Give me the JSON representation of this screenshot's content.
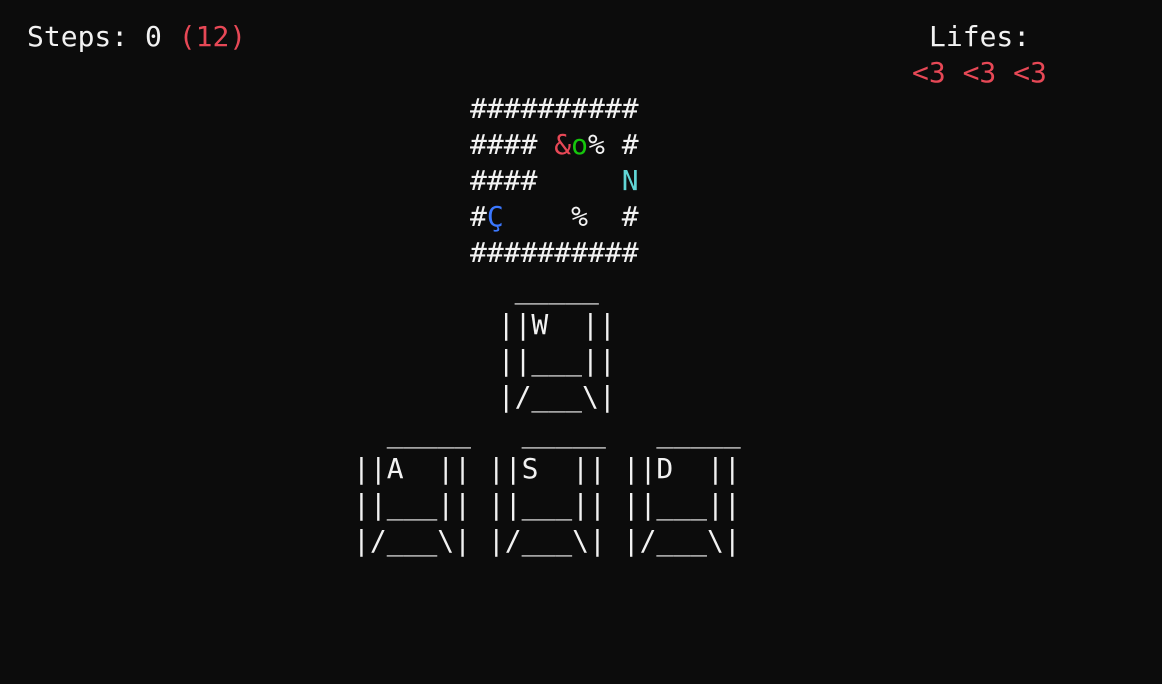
{
  "hud": {
    "steps_label": "Steps: ",
    "steps_value": "0",
    "steps_limit": "(12)",
    "lifes_label": "Lifes:",
    "lifes": [
      "<3",
      "<3",
      "<3"
    ]
  },
  "map": {
    "rows": [
      [
        {
          "t": "##########",
          "c": "white"
        }
      ],
      [
        {
          "t": "#### ",
          "c": "white"
        },
        {
          "t": "&",
          "c": "red"
        },
        {
          "t": "o",
          "c": "green"
        },
        {
          "t": "% #",
          "c": "white"
        }
      ],
      [
        {
          "t": "####     ",
          "c": "white"
        },
        {
          "t": "N",
          "c": "cyan"
        }
      ],
      [
        {
          "t": "#",
          "c": "white"
        },
        {
          "t": "Ç",
          "c": "blue"
        },
        {
          "t": "    %  #",
          "c": "white"
        }
      ],
      [
        {
          "t": "##########",
          "c": "white"
        }
      ]
    ],
    "symbols": {
      "wall": "#",
      "player": "o",
      "enemy": "&",
      "item": "%",
      "exit": "N",
      "key_item": "Ç"
    }
  },
  "keys": {
    "top_row": [
      "   _____",
      "  ||W  ||",
      "  ||___||",
      "  |/___\\|"
    ],
    "bottom_row": [
      "  _____   _____   _____",
      "||A  || ||S  || ||D  ||",
      "||___|| ||___|| ||___||",
      "|/___\\| |/___\\| |/___\\|"
    ],
    "labels": [
      "W",
      "A",
      "S",
      "D"
    ]
  },
  "colors": {
    "background": "#0c0c0c",
    "text": "#f2f2f2",
    "red": "#e74856",
    "green": "#16c60c",
    "cyan": "#61d6d6",
    "blue": "#3b78ff"
  }
}
